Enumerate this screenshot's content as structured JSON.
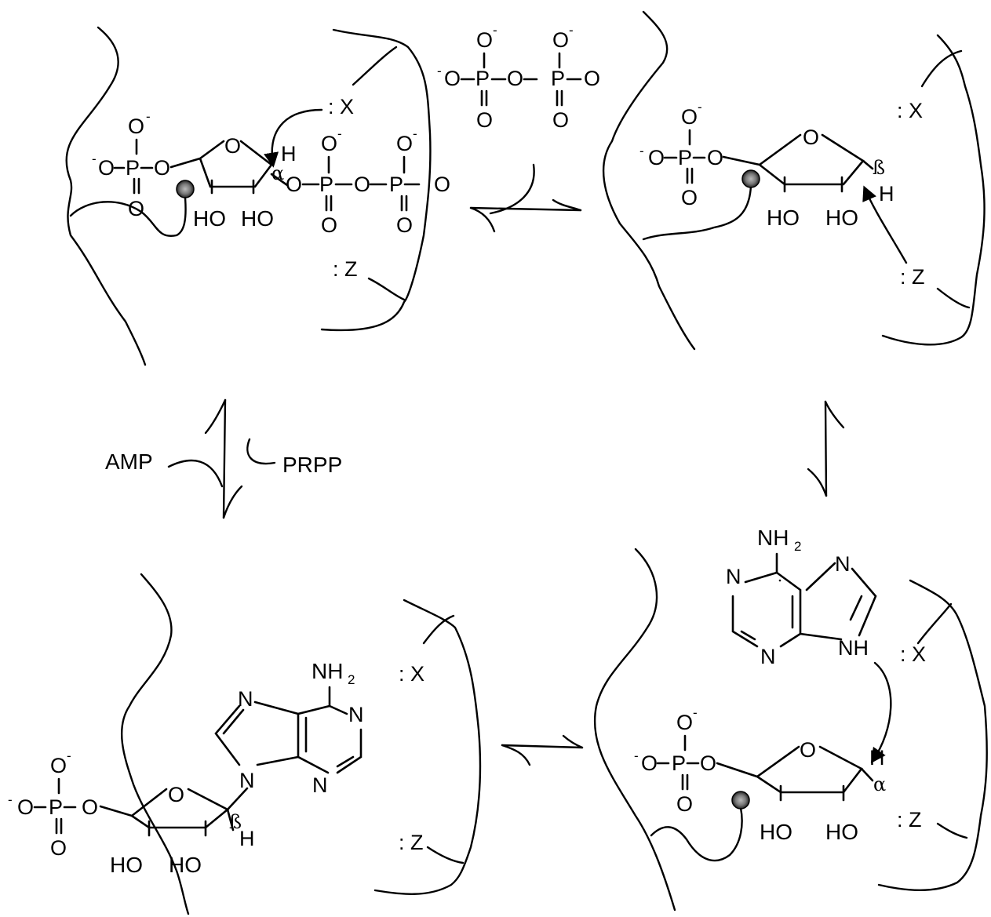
{
  "reagents": {
    "amp": "AMP",
    "prpp": "PRPP"
  },
  "labels": {
    "x": ": X",
    "z": ": Z",
    "O": "O",
    "P": "P",
    "OH_top": "O",
    "minus": "-",
    "HO": "HO",
    "H": "H",
    "N": "N",
    "NH": "NH",
    "NH2_main": "NH",
    "NH2_sub": "2",
    "alpha": "α",
    "beta": "ß"
  },
  "colors": {
    "ink": "#000000",
    "metal": "#555555"
  }
}
